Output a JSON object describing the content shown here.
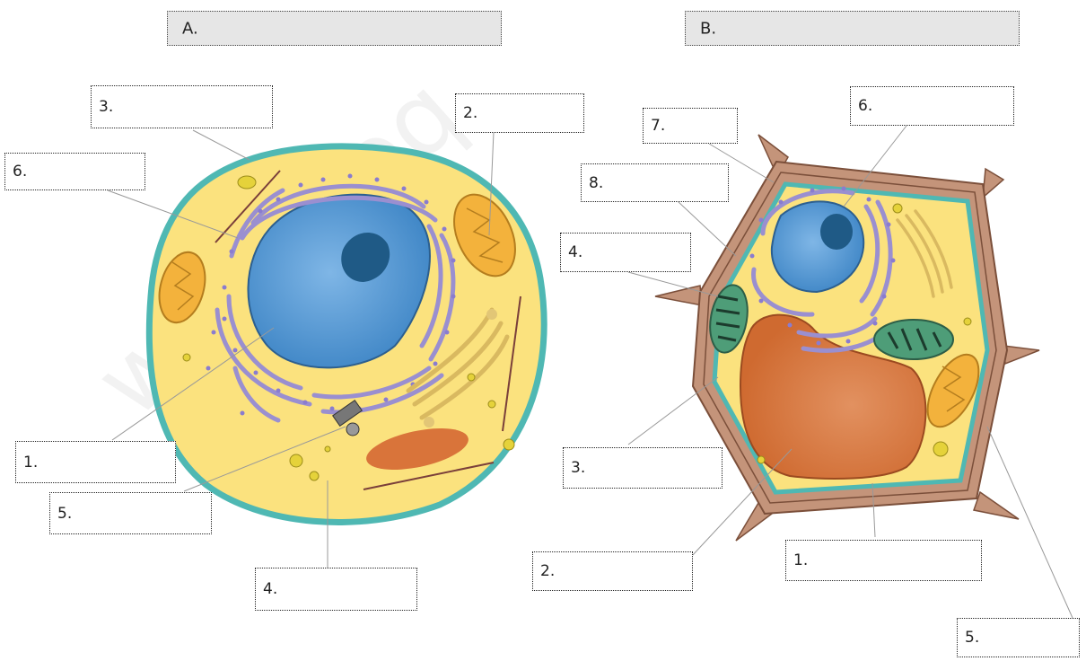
{
  "headers": {
    "a": "A.",
    "b": "B."
  },
  "animal_cell_labels": {
    "l1": "1.",
    "l2": "2.",
    "l3": "3.",
    "l4": "4.",
    "l5": "5.",
    "l6": "6."
  },
  "plant_cell_labels": {
    "l1": "1.",
    "l2": "2.",
    "l3": "3.",
    "l4": "4.",
    "l5": "5.",
    "l6": "6.",
    "l7": "7.",
    "l8": "8."
  },
  "watermark": "www.yoq",
  "colors": {
    "cytoplasm": "#fbe27e",
    "membrane": "#4fb8b3",
    "nucleus": "#5a9bd4",
    "nucleolus": "#1f5a86",
    "er": "#9a8fd0",
    "mitochondrion": "#f3b23c",
    "golgi": "#e2c676",
    "vacuole": "#d9743a",
    "chloroplast": "#4e9d78",
    "cell_wall": "#c4947a"
  }
}
